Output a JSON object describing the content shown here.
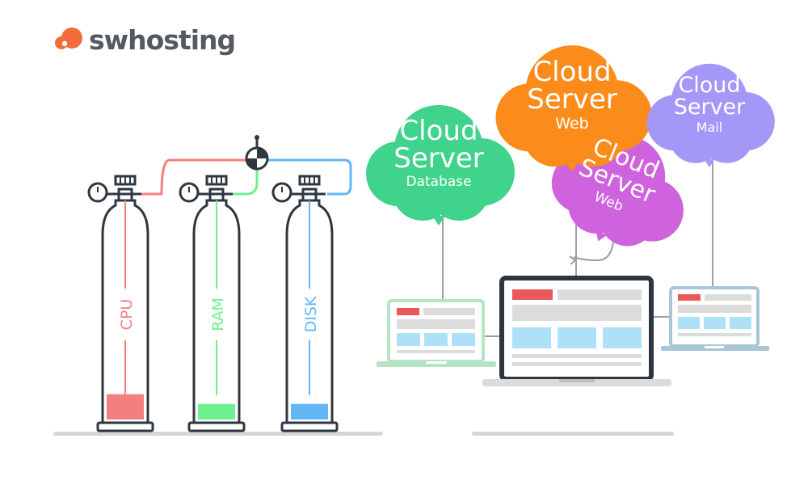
{
  "brand": {
    "name": "swhosting",
    "color": "#f26d3d"
  },
  "tanks": [
    {
      "label": "CPU",
      "color": "#f47f7f",
      "level": 0.13
    },
    {
      "label": "RAM",
      "color": "#6ff08f",
      "level": 0.08
    },
    {
      "label": "DISK",
      "color": "#63b6f5",
      "level": 0.08
    }
  ],
  "clouds": [
    {
      "id": "database",
      "line1": "Cloud",
      "line2": "Server",
      "line3": "Database",
      "color": "#3fd38b"
    },
    {
      "id": "web-orange",
      "line1": "Cloud",
      "line2": "Server",
      "line3": "Web",
      "color": "#fb8c1c"
    },
    {
      "id": "web-purple",
      "line1": "Cloud",
      "line2": "Server",
      "line3": "Web",
      "color": "#cf62dd"
    },
    {
      "id": "mail",
      "line1": "Cloud",
      "line2": "Server",
      "line3": "Mail",
      "color": "#a398f7"
    }
  ],
  "colors": {
    "outline": "#2e3640",
    "laptop_frame": "#b5e4c5",
    "tablet_frame": "#a9c5d8",
    "screen_red": "#e85a5a",
    "screen_blue": "#aee0f9",
    "screen_gray": "#dcdcdc",
    "connector": "#9aa0a6",
    "floor": "#d6d6d6"
  }
}
